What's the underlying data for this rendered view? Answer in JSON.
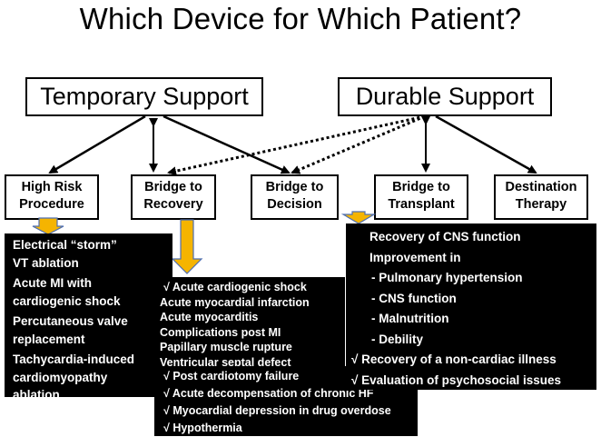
{
  "title": "Which Device for Which Patient?",
  "temporary": "Temporary Support",
  "durable": "Durable Support",
  "categories": {
    "high_risk": [
      "High Risk",
      "Procedure"
    ],
    "bridge_recovery": [
      "Bridge to",
      "Recovery"
    ],
    "bridge_decision": [
      "Bridge to",
      "Decision"
    ],
    "bridge_transplant": [
      "Bridge to",
      "Transplant"
    ],
    "destination": [
      "Destination",
      "Therapy"
    ]
  },
  "high_risk_items": [
    "Electrical “storm”",
    "VT ablation",
    "Acute MI with",
    "cardiogenic shock",
    "Percutaneous valve",
    "replacement",
    "Tachycardia-induced",
    "cardiomyopathy",
    "ablation"
  ],
  "recovery_items": [
    "√  Acute cardiogenic shock",
    "Acute myocardial infarction",
    "Acute myocarditis",
    "Complications post MI",
    "Papillary muscle rupture",
    "Ventricular septal defect",
    "√  Post cardiotomy failure",
    "√  Acute decompensation of chronic HF",
    "√  Myocardial depression in drug overdose",
    "√  Hypothermia"
  ],
  "decision_items": [
    "Recovery of CNS function",
    "Improvement in",
    "- Pulmonary hypertension",
    "- CNS function",
    "- Malnutrition",
    "- Debility",
    "√  Recovery of a non-cardiac illness",
    "√  Evaluation of psychosocial issues"
  ],
  "colors": {
    "callout_arrow": "#f5b400",
    "callout_arrow_border": "#4f6fb0",
    "panel_bg": "#000000",
    "panel_text": "#ffffff"
  }
}
